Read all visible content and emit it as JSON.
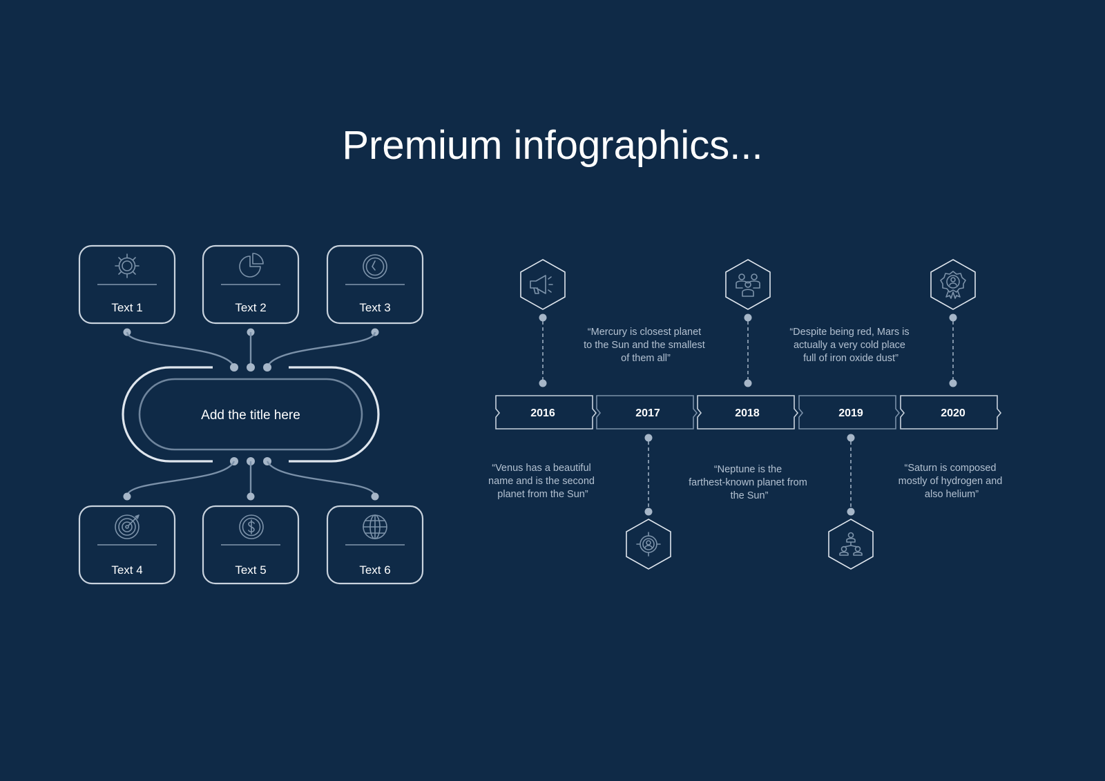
{
  "page": {
    "title": "Premium infographics...",
    "background": "#0f2a47",
    "accent_light": "#dfe6ee",
    "accent_muted": "#7b91a9"
  },
  "hub": {
    "center_label": "Add the title here",
    "top_boxes": [
      {
        "label": "Text 1",
        "icon": "gear-icon"
      },
      {
        "label": "Text 2",
        "icon": "pie-chart-icon"
      },
      {
        "label": "Text 3",
        "icon": "clock-icon"
      }
    ],
    "bottom_boxes": [
      {
        "label": "Text 4",
        "icon": "target-icon"
      },
      {
        "label": "Text 5",
        "icon": "dollar-coin-icon"
      },
      {
        "label": "Text 6",
        "icon": "globe-icon"
      }
    ]
  },
  "timeline": {
    "years": [
      "2016",
      "2017",
      "2018",
      "2019",
      "2020"
    ],
    "quotes": [
      {
        "year": "2016",
        "lines": [
          "“Venus has a beautiful",
          "name and is the second",
          "planet from the Sun”"
        ],
        "icon": "megaphone-icon"
      },
      {
        "year": "2017",
        "lines": [
          "“Mercury is closest planet",
          "to the Sun and the smallest",
          "of them all”"
        ],
        "icon": "user-target-icon"
      },
      {
        "year": "2018",
        "lines": [
          "“Neptune is the",
          "farthest-known planet from",
          "the Sun”"
        ],
        "icon": "team-icon"
      },
      {
        "year": "2019",
        "lines": [
          "“Despite being red, Mars is",
          "actually a very cold place",
          "full of iron oxide dust”"
        ],
        "icon": "hierarchy-icon"
      },
      {
        "year": "2020",
        "lines": [
          "“Saturn is composed",
          "mostly of hydrogen and",
          "also helium”"
        ],
        "icon": "award-icon"
      }
    ]
  }
}
